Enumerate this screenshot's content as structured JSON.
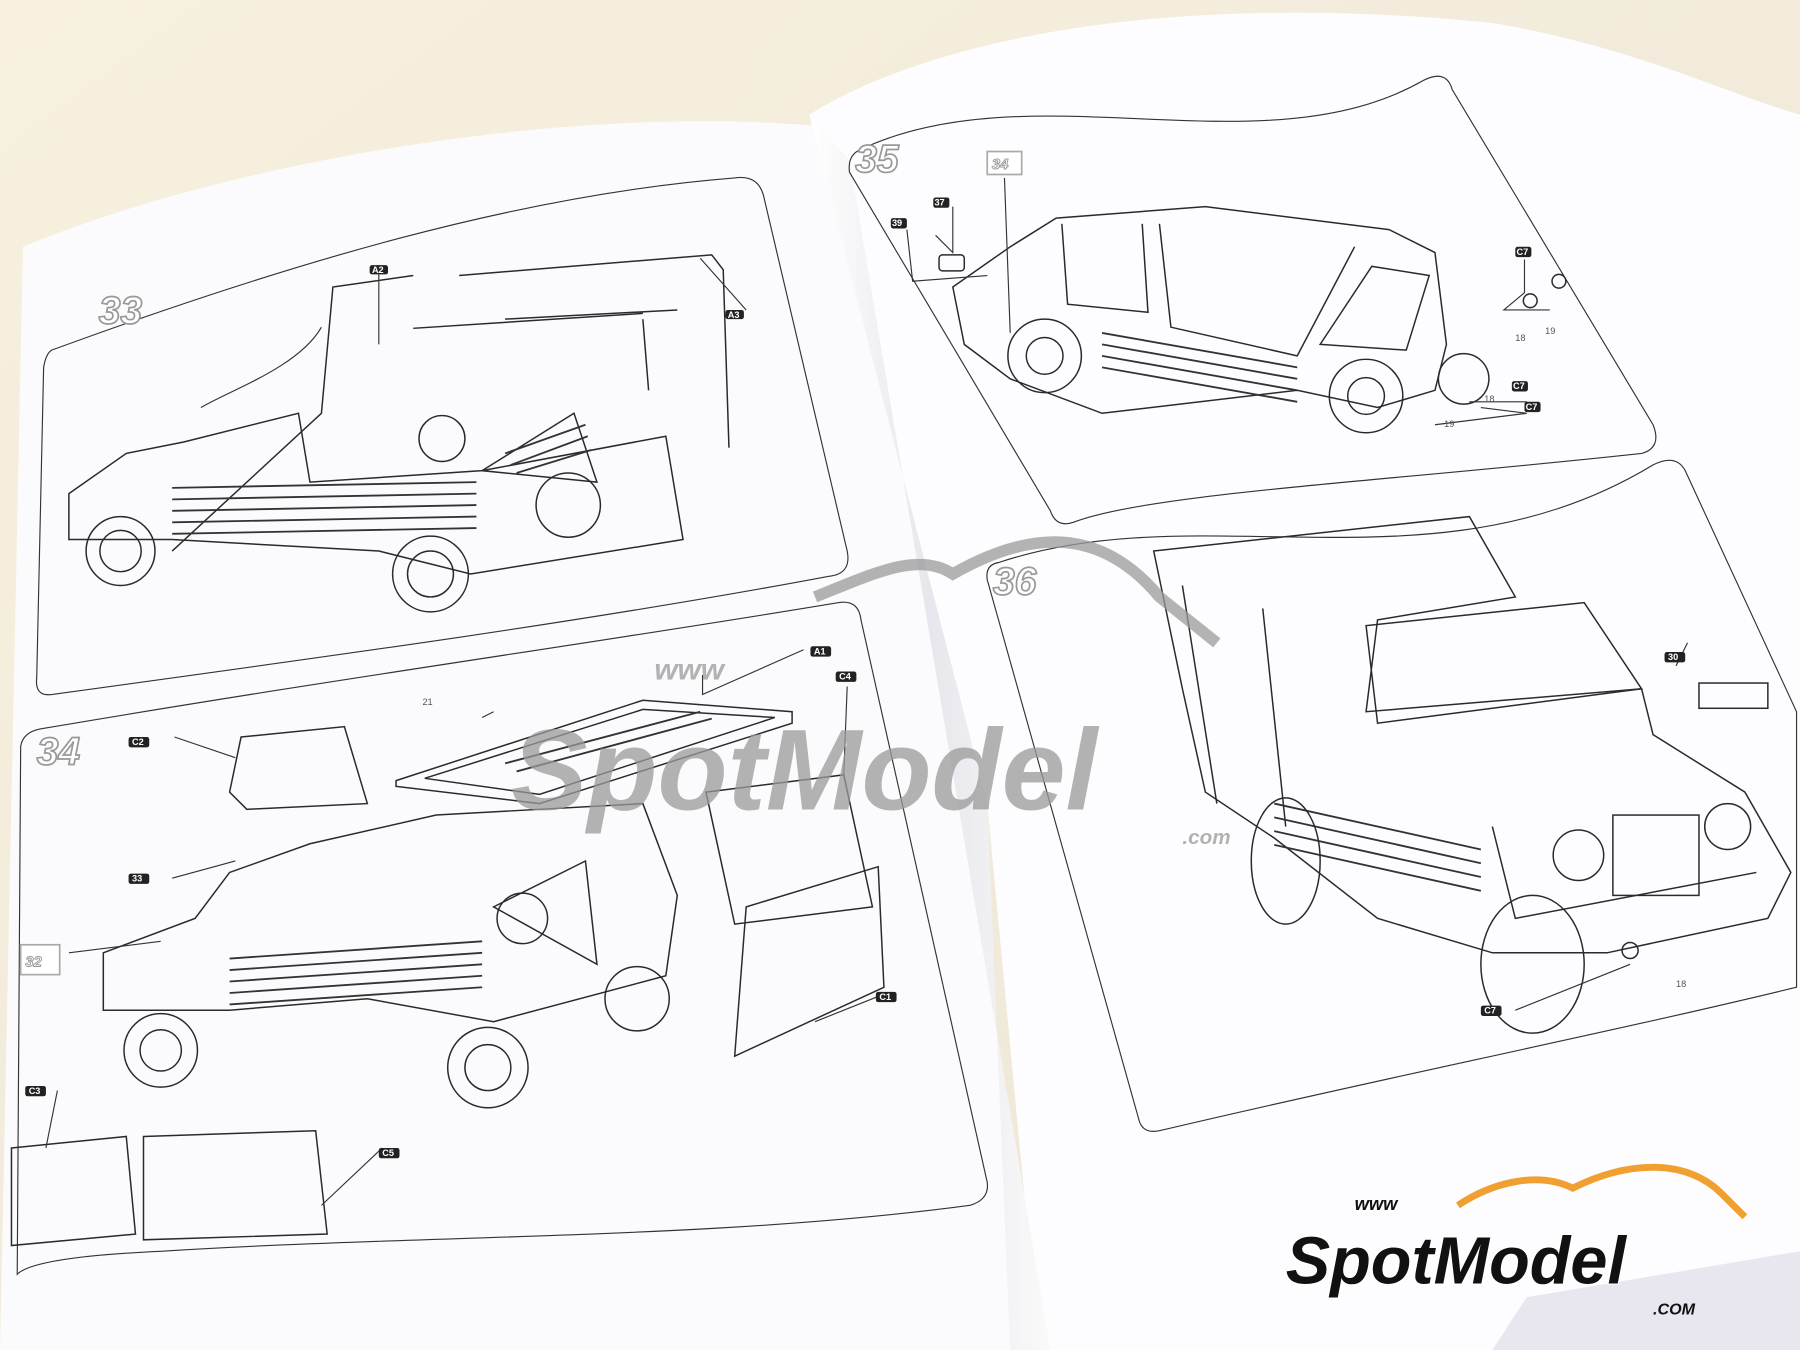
{
  "booklet": {
    "steps": [
      {
        "number": "33",
        "parts": [
          "A2",
          "A3"
        ]
      },
      {
        "number": "34",
        "parts": [
          "A1",
          "C4",
          "C2",
          "33",
          "32",
          "C1",
          "C3",
          "C5"
        ],
        "part_numbers": [
          "21"
        ]
      },
      {
        "number": "35",
        "reference_step": "34",
        "parts": [
          "39",
          "37",
          "C7",
          "C7",
          "C7"
        ],
        "part_numbers": [
          "18",
          "19",
          "18",
          "19"
        ]
      },
      {
        "number": "36",
        "parts": [
          "30",
          "C7"
        ],
        "part_numbers": [
          "18"
        ]
      }
    ]
  },
  "watermark_center": {
    "prefix": "www",
    "brand": "SpotModel",
    "suffix": ".com"
  },
  "logo": {
    "prefix": "www",
    "brand": "SpotModel",
    "suffix": ".COM",
    "accent_color": "#f0a030"
  },
  "colors": {
    "background": "#f4efe4",
    "paper": "#ffffff",
    "ink": "#2a2a2a",
    "watermark": "#9a9a9a"
  }
}
